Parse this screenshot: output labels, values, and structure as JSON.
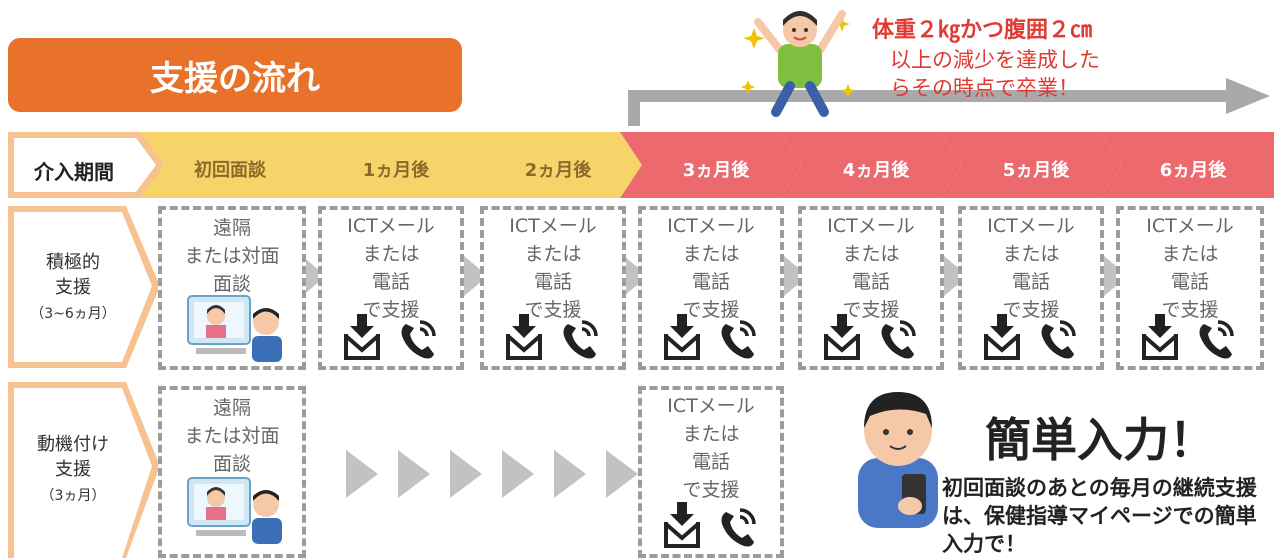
{
  "header": {
    "title": "支援の流れ",
    "goal_line1": "体重２㎏かつ腹囲２㎝",
    "goal_line2a": "以上の減少を達成した",
    "goal_line2b": "らその時点で卒業！"
  },
  "timeline": {
    "label": "介入期間",
    "stages": [
      "初回面談",
      "1ヵ月後",
      "2ヵ月後",
      "3ヵ月後",
      "4ヵ月後",
      "5ヵ月後",
      "6ヵ月後"
    ]
  },
  "rows": [
    {
      "label": "積極的\n支援",
      "sub": "（3~6ヵ月）"
    },
    {
      "label": "動機付け\n支援",
      "sub": "（3ヵ月）"
    }
  ],
  "boxes": {
    "initial": "遠隔\nまたは対面\n面談",
    "ict": "ICTメール\nまたは\n電話\nで支援"
  },
  "callout": {
    "title": "簡単入力！",
    "text": "初回面談のあとの毎月の継続支援は、保健指導マイページでの簡単入力で！"
  },
  "colors": {
    "title_bg": "#e8722a",
    "stage_yellow": "#f7d46a",
    "stage_red": "#ec6a6e",
    "goal_red": "#e03a32",
    "dash_gray": "#9c9c9c"
  }
}
